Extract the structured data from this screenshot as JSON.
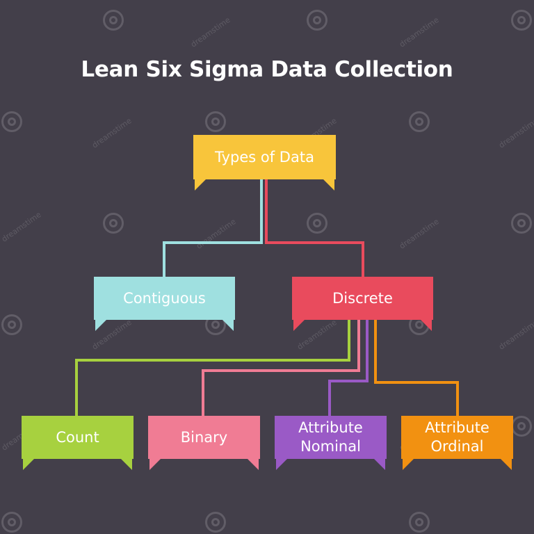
{
  "title": "Lean Six Sigma Data Collection",
  "watermark": "dreamstime",
  "colors": {
    "background": "#433f4a",
    "yellow": "#f8c53b",
    "cyan": "#9fe0e0",
    "red": "#e94b5d",
    "green": "#a7d13f",
    "pink": "#f07c94",
    "purple": "#9a5ac6",
    "orange": "#f29111"
  },
  "nodes": {
    "root": {
      "label": "Types of Data"
    },
    "contiguous": {
      "label": "Contiguous"
    },
    "discrete": {
      "label": "Discrete"
    },
    "count": {
      "label": "Count"
    },
    "binary": {
      "label": "Binary"
    },
    "attr_nominal": {
      "label_line1": "Attribute",
      "label_line2": "Nominal"
    },
    "attr_ordinal": {
      "label_line1": "Attribute",
      "label_line2": "Ordinal"
    }
  }
}
